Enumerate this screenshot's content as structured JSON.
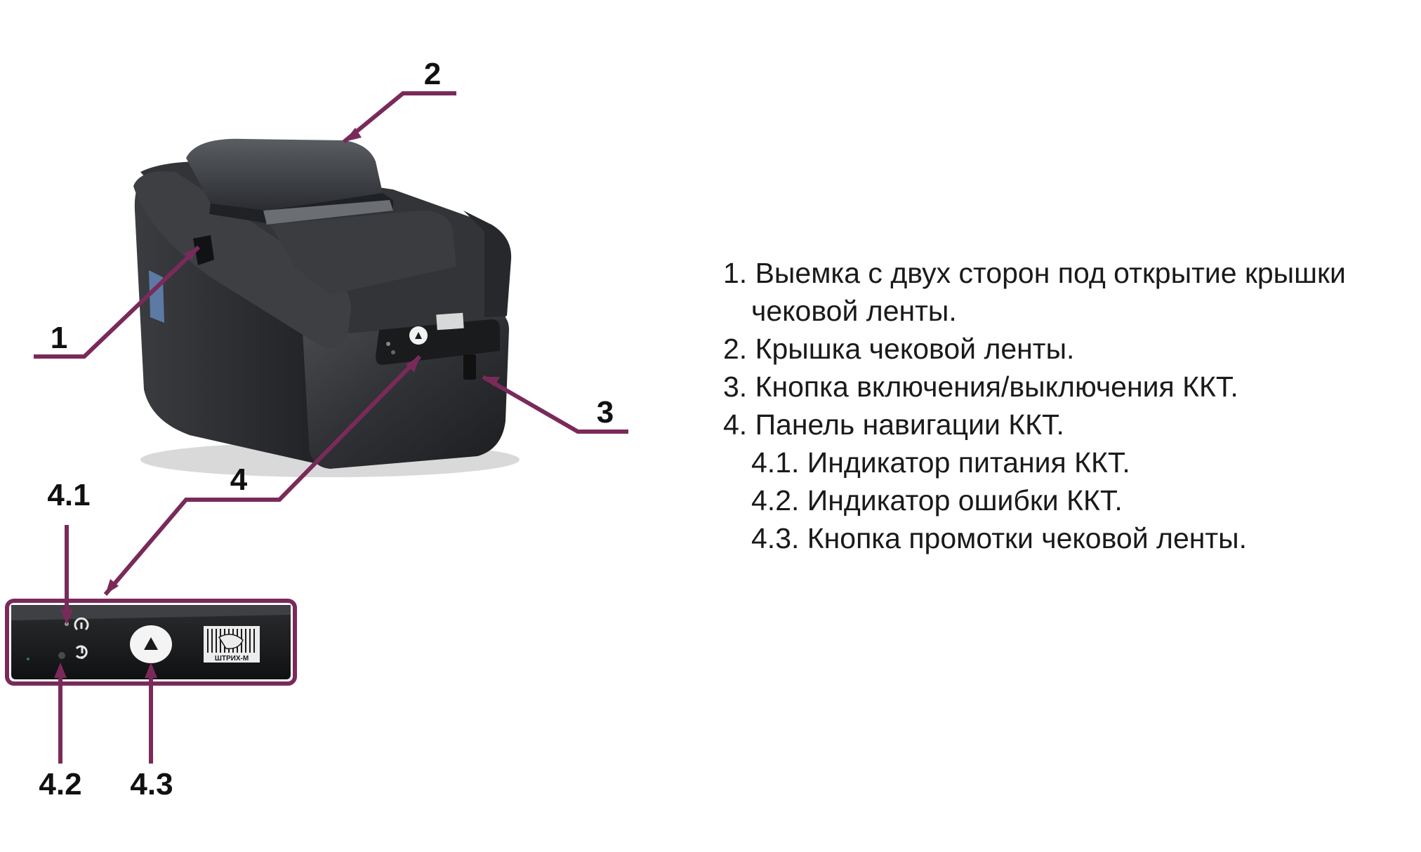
{
  "callouts": {
    "c1": "1",
    "c2": "2",
    "c3": "3",
    "c4": "4",
    "c41": "4.1",
    "c42": "4.2",
    "c43": "4.3"
  },
  "legend": {
    "item1_line1": "1. Выемка с двух сторон под открытие крышки",
    "item1_line2": "чековой ленты.",
    "item2": "2. Крышка чековой ленты.",
    "item3": "3. Кнопка включения/выключения ККТ.",
    "item4": "4. Панель навигации ККТ.",
    "item41": "4.1. Индикатор питания ККТ.",
    "item42": "4.2. Индикатор ошибки ККТ.",
    "item43": "4.3. Кнопка промотки чековой ленты."
  },
  "panel": {
    "brand": "ШТРИХ-М"
  },
  "colors": {
    "leader": "#7a2a5a",
    "printer_body": "#2b2d30",
    "panel_border": "#7a2a5a"
  }
}
